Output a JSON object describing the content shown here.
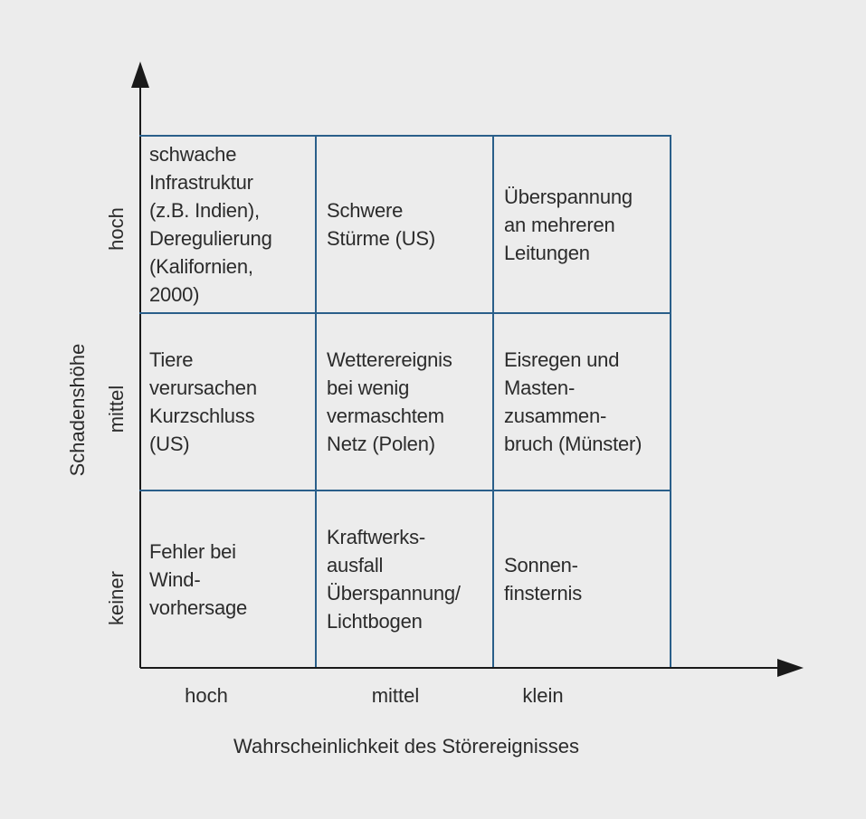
{
  "axes": {
    "x_title": "Wahrscheinlichkeit des Störereignisses",
    "y_title": "Schadenshöhe",
    "x_categories": [
      "hoch",
      "mittel",
      "klein"
    ],
    "y_categories": [
      "hoch",
      "mittel",
      "keiner"
    ]
  },
  "colors": {
    "grid_line": "#2a5f8a",
    "axis": "#1a1a1a",
    "background": "#ececec"
  },
  "matrix": {
    "rows": [
      {
        "cells": [
          "schwache\nInfrastruktur\n(z.B. Indien),\nDeregulierung\n(Kalifornien,\n2000)",
          "Schwere\nStürme (US)",
          "Überspannung\nan mehreren\nLeitungen"
        ]
      },
      {
        "cells": [
          "Tiere\nverursachen\nKurzschluss\n(US)",
          "Wetterereignis\nbei wenig\nvermaschtem\nNetz (Polen)",
          "Eisregen und\nMasten-\nzusammen-\nbruch (Münster)"
        ]
      },
      {
        "cells": [
          "Fehler bei\nWind-\nvorhersage",
          "Kraftwerks-\nausfall\nÜberspannung/\nLichtbogen",
          "Sonnen-\nfinsternis"
        ]
      }
    ]
  }
}
